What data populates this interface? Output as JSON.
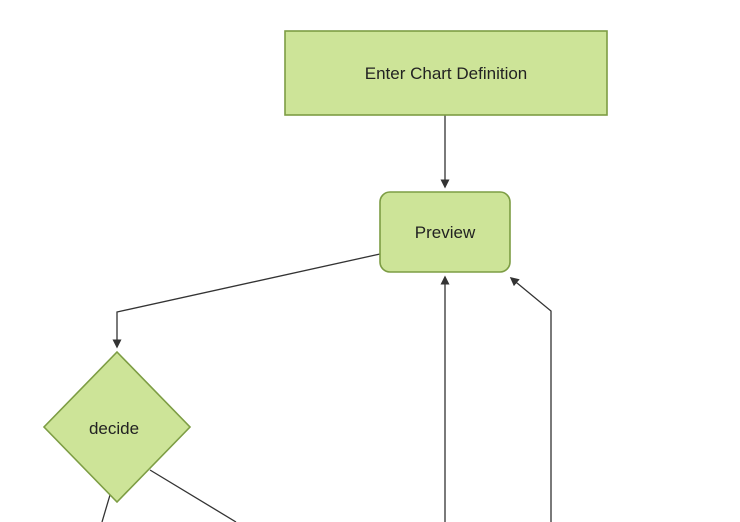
{
  "diagram": {
    "type": "flowchart",
    "orientation": "top-down",
    "nodes": {
      "enter_chart_definition": {
        "label": "Enter Chart Definition",
        "shape": "rectangle"
      },
      "preview": {
        "label": "Preview",
        "shape": "rounded-rectangle"
      },
      "decide": {
        "label": "decide",
        "shape": "diamond"
      }
    },
    "edges": [
      {
        "from": "enter_chart_definition",
        "to": "preview",
        "arrow": true
      },
      {
        "from": "preview",
        "to": "decide",
        "arrow": true
      },
      {
        "from": "offscreen-bottom-center",
        "to": "preview",
        "arrow": true
      },
      {
        "from": "offscreen-bottom-right",
        "to": "preview",
        "arrow": true
      },
      {
        "from": "decide",
        "to": "offscreen-bottom-left",
        "arrow": false
      },
      {
        "from": "decide",
        "to": "offscreen-bottom-right",
        "arrow": false
      }
    ],
    "colors": {
      "background": "#ffffff",
      "node_fill": "#cde498",
      "node_border": "#7d9d44",
      "edge_color": "#333333",
      "text_color": "#222222"
    }
  }
}
